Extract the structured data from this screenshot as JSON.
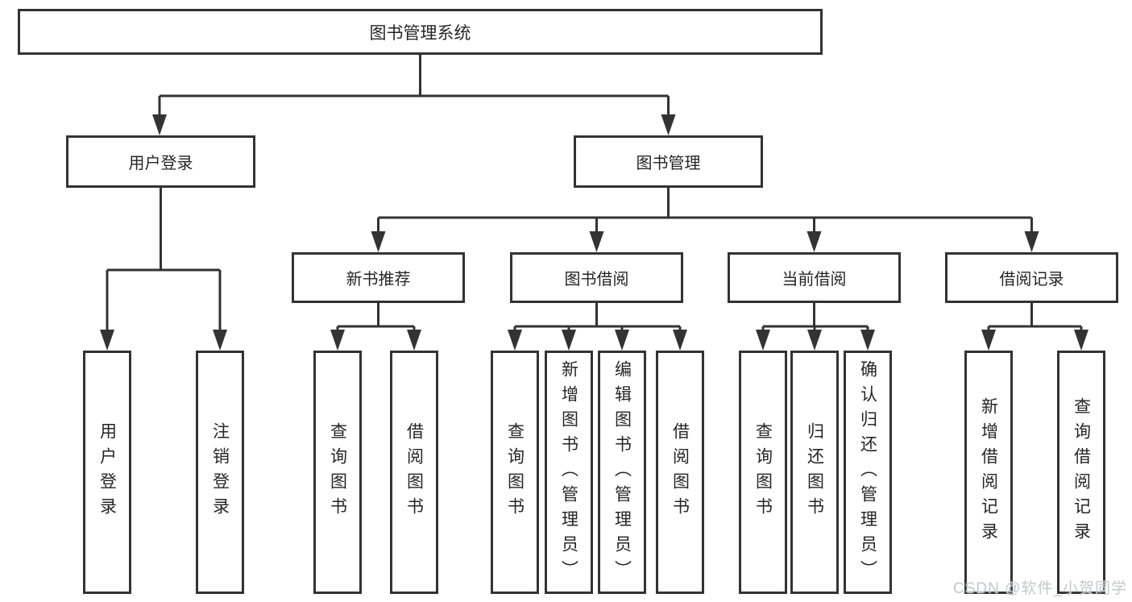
{
  "diagram": {
    "root": "图书管理系统",
    "level2": [
      "用户登录",
      "图书管理"
    ],
    "level3": [
      "新书推荐",
      "图书借阅",
      "当前借阅",
      "借阅记录"
    ],
    "leaves": {
      "user": [
        "用户登录",
        "注销登录"
      ],
      "recommend": [
        "查询图书",
        "借阅图书"
      ],
      "borrow": [
        "查询图书",
        "新增图书（管理员）",
        "编辑图书（管理员）",
        "借阅图书"
      ],
      "current": [
        "查询图书",
        "归还图书",
        "确认归还（管理员）"
      ],
      "records": [
        "新增借阅记录",
        "查询借阅记录"
      ]
    }
  },
  "watermark": "CSDN @软件_小贺同学",
  "colors": {
    "line": "#333333",
    "text": "#262626",
    "background": "#ffffff",
    "watermark": "#c4c7cb"
  }
}
